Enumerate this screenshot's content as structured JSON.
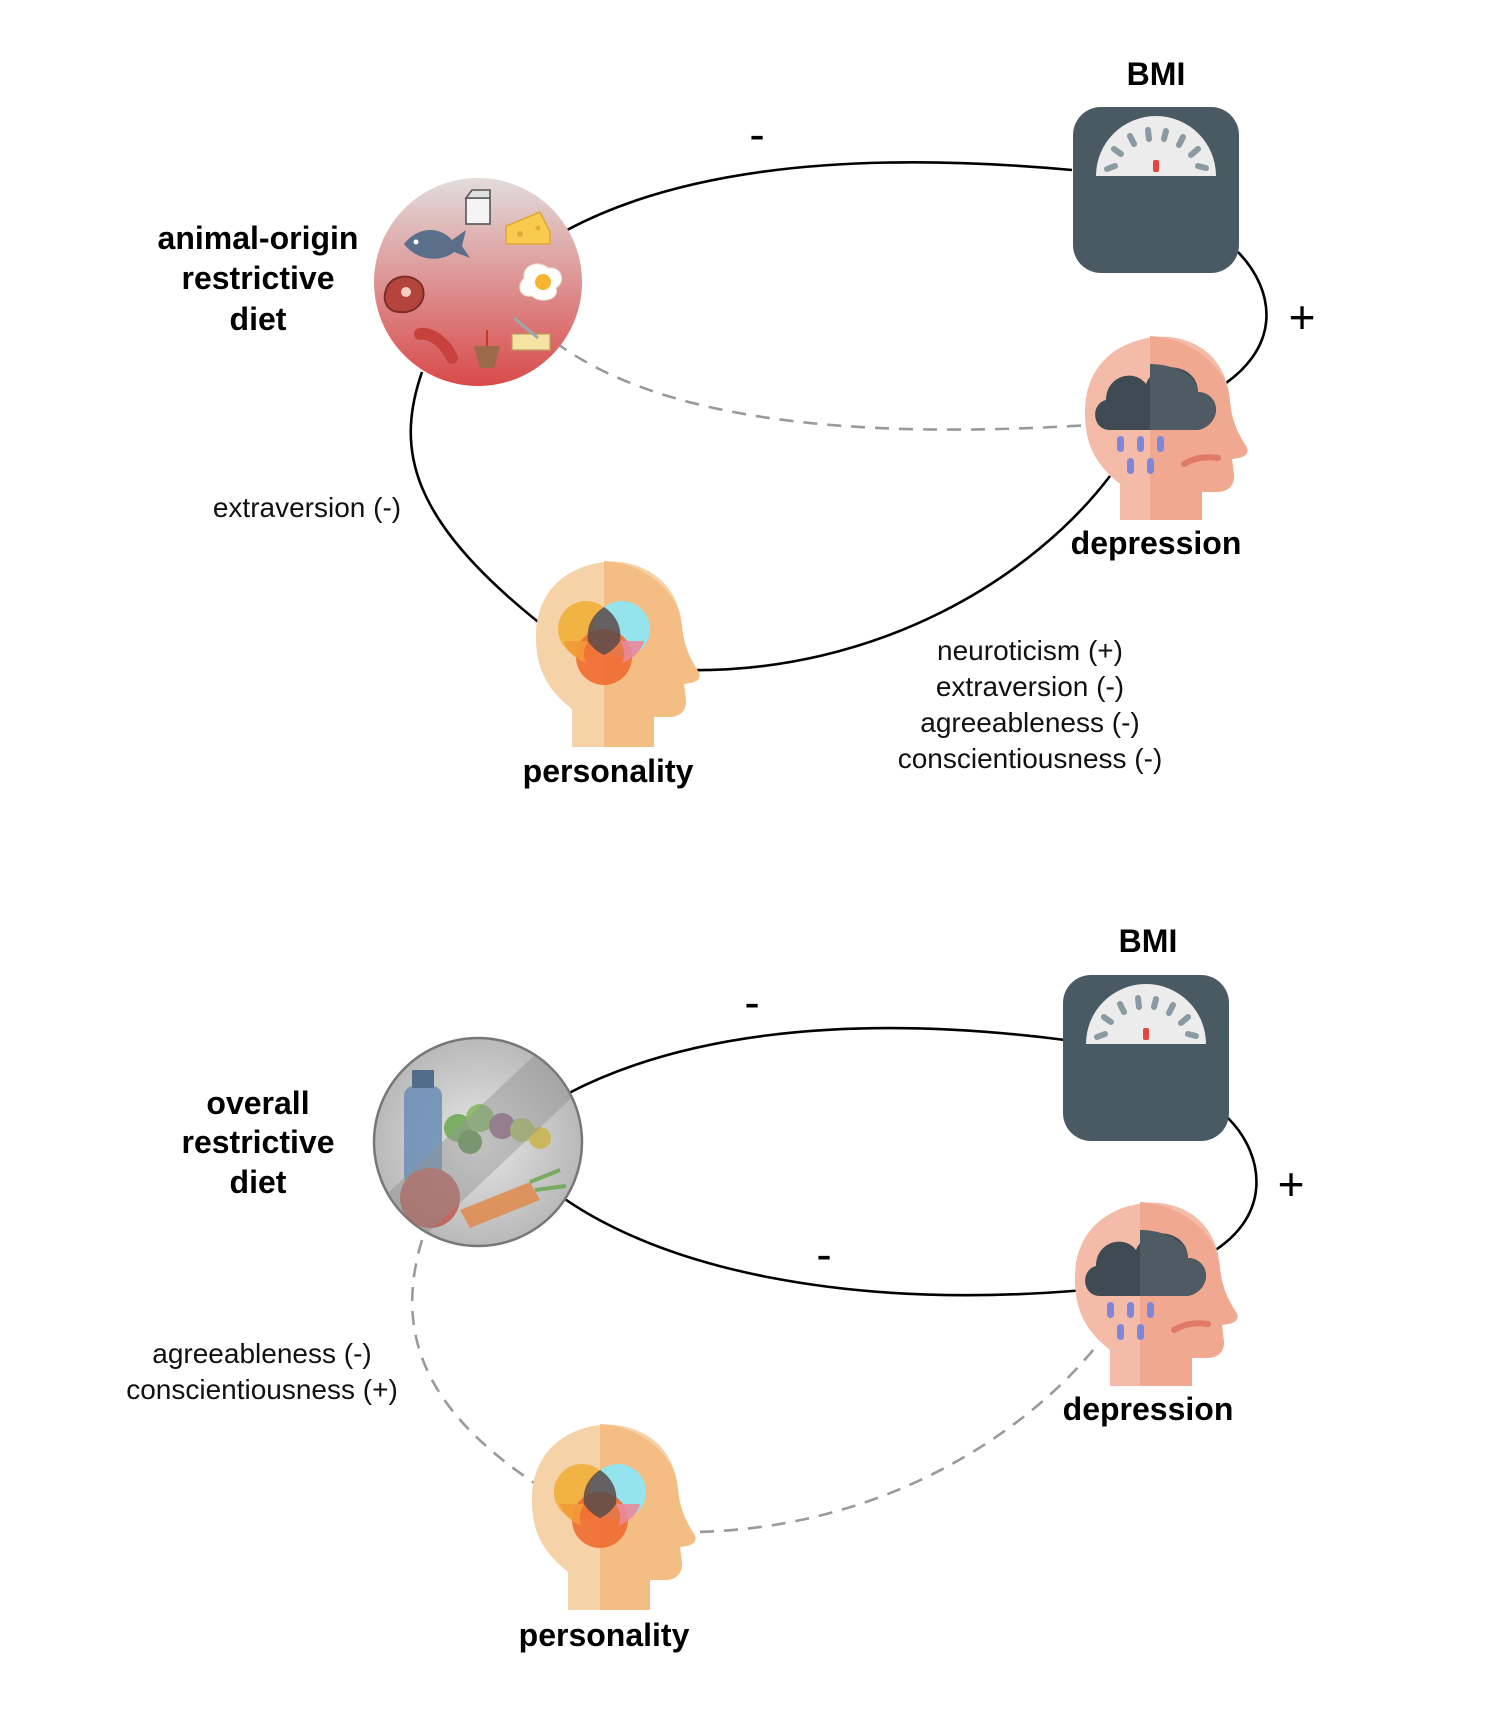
{
  "panel_top": {
    "diet_label_lines": [
      "animal-origin",
      "restrictive",
      "diet"
    ],
    "bmi_label": "BMI",
    "depression_label": "depression",
    "personality_label": "personality",
    "sign_diet_bmi": "-",
    "sign_bmi_depression": "+",
    "personality_diet_traits": [
      "extraversion (-)"
    ],
    "personality_depression_traits": [
      "neuroticism (+)",
      "extraversion (-)",
      "agreeableness (-)",
      "conscientiousness (-)"
    ]
  },
  "panel_bottom": {
    "diet_label_lines": [
      "overall",
      "restrictive",
      "diet"
    ],
    "bmi_label": "BMI",
    "depression_label": "depression",
    "personality_label": "personality",
    "sign_diet_bmi": "-",
    "sign_bmi_depression": "+",
    "sign_diet_depression": "-",
    "personality_diet_traits": [
      "agreeableness (-)",
      "conscientiousness (+)"
    ]
  },
  "icons": {
    "diet_animal": "animal-food-plate-icon",
    "diet_overall": "restricted-food-plate-icon",
    "bmi": "weighing-scale-icon",
    "depression": "rain-cloud-head-icon",
    "personality": "venn-head-icon"
  },
  "colors": {
    "solid_link": "#000000",
    "dashed_link": "#9a9a9a",
    "scale_body": "#4a5a63",
    "skin_depression": "#f4bba8",
    "skin_personality": "#f6c18e"
  }
}
